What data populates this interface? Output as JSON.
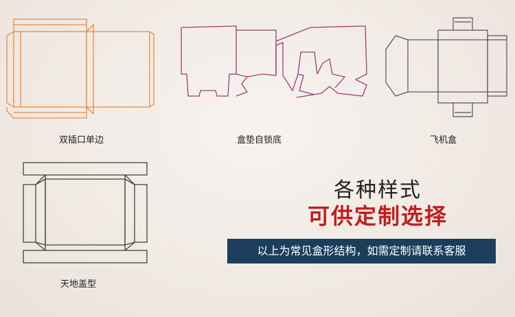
{
  "boxes": [
    {
      "label": "双插口单边",
      "color": "#ef8a3a"
    },
    {
      "label": "盒垫自锁底",
      "color": "#a23a7c"
    },
    {
      "label": "飞机盒",
      "color": "#555555"
    },
    {
      "label": "天地盖型",
      "color": "#3a4a38"
    }
  ],
  "headline": {
    "line1": "各种样式",
    "line2": "可供定制选择"
  },
  "banner": {
    "text": "以上为常见盒形结构，如需定制请联系客服"
  }
}
